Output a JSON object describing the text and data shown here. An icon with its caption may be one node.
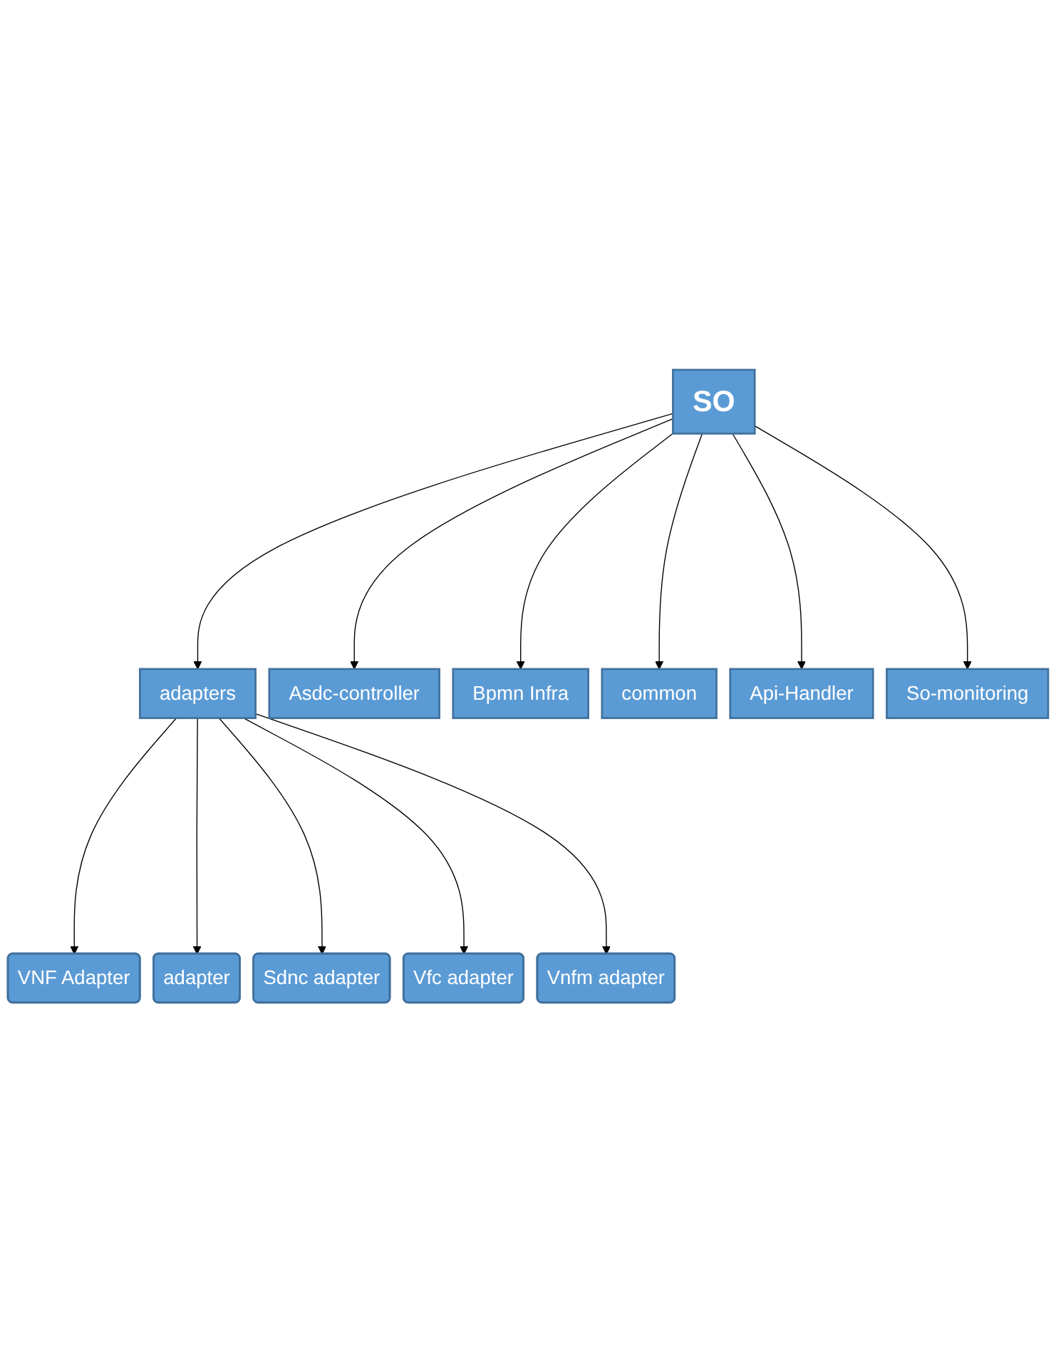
{
  "diagram": {
    "nodes": [
      {
        "text": [
          "SO"
        ]
      },
      {
        "text": [
          "adapters"
        ]
      },
      {
        "text": [
          "VNF Adapter"
        ]
      },
      {
        "text": [
          "adapter"
        ]
      },
      {
        "text": [
          "Sdnc adapter"
        ]
      },
      {
        "text": [
          "Vfc adapter"
        ]
      },
      {
        "text": [
          "Vnfm adapter"
        ]
      },
      {
        "text": [
          "Asdc-controller"
        ]
      },
      {
        "text": [
          "Bpmn Infra"
        ]
      },
      {
        "text": [
          "common"
        ]
      },
      {
        "text": [
          "Api-Handler"
        ]
      },
      {
        "text": [
          "So-monitoring"
        ]
      }
    ],
    "edges": [
      {
        "from": 0,
        "to": 1,
        "arrow": "to"
      },
      {
        "from": 1,
        "to": 2,
        "arrow": "to"
      },
      {
        "from": 1,
        "to": 3,
        "arrow": "to"
      },
      {
        "from": 1,
        "to": 4,
        "arrow": "to"
      },
      {
        "from": 1,
        "to": 5,
        "arrow": "to"
      },
      {
        "from": 1,
        "to": 6,
        "arrow": "to"
      },
      {
        "from": 0,
        "to": 7,
        "arrow": "to"
      },
      {
        "from": 0,
        "to": 8,
        "arrow": "to"
      },
      {
        "from": 0,
        "to": 9,
        "arrow": "to"
      },
      {
        "from": 0,
        "to": 10,
        "arrow": "to"
      },
      {
        "from": 0,
        "to": 11,
        "arrow": "to"
      }
    ]
  }
}
